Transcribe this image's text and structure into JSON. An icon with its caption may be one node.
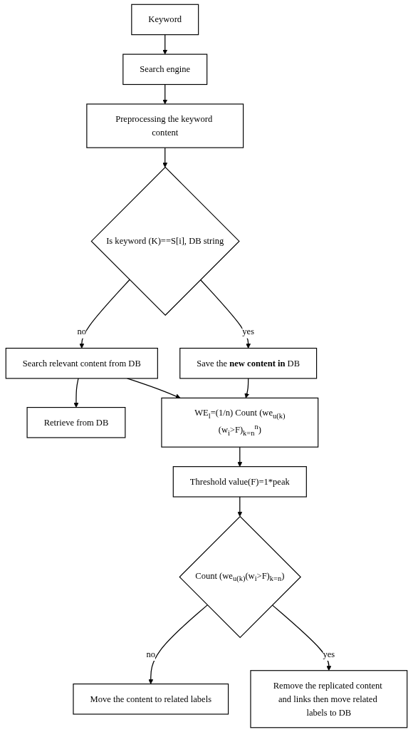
{
  "diagram": {
    "nodes": [
      {
        "text": [
          "Keyword"
        ]
      },
      {
        "text": [
          "Search engine"
        ]
      },
      {
        "text": [
          "Preprocessing the keyword content"
        ]
      },
      {
        "text": [
          "Is keyword (K)==S[i], DB string"
        ]
      },
      {
        "text": [
          "Search relevant content from DB"
        ]
      },
      {
        "text": [
          "Retrieve from DB"
        ]
      },
      {
        "text": [
          "Save the **new content in** DB"
        ]
      },
      {
        "text": [
          "WE$_{l}$=(1/n) Count (we$_{u(k)}$(w$_{i}$>F)$_{k=n}$$^{n}$)"
        ]
      },
      {
        "text": [
          "Threshold value(F)=1*peak"
        ]
      },
      {
        "text": [
          "Count (we$_{u(k)}$(w$_{i}$>F)$_{k=n}$)"
        ]
      },
      {
        "text": [
          "Move the content to related labels"
        ]
      },
      {
        "text": [
          "Remove the replicated content and links then move related labels to DB"
        ]
      }
    ],
    "edges": [
      {
        "from": 0,
        "to": 1,
        "arrow": "to"
      },
      {
        "from": 1,
        "to": 2,
        "arrow": "to"
      },
      {
        "from": 2,
        "to": 3,
        "arrow": "to"
      },
      {
        "from": 3,
        "to": 4,
        "arrow": "to",
        "label": "no"
      },
      {
        "from": 3,
        "to": 6,
        "arrow": "to",
        "label": "yes"
      },
      {
        "from": 4,
        "to": 5,
        "arrow": "to"
      },
      {
        "from": 4,
        "to": 7,
        "arrow": "to"
      },
      {
        "from": 6,
        "to": 7,
        "arrow": "to"
      },
      {
        "from": 7,
        "to": 8,
        "arrow": "to"
      },
      {
        "from": 8,
        "to": 9,
        "arrow": "to"
      },
      {
        "from": 9,
        "to": 10,
        "arrow": "to",
        "label": "no"
      },
      {
        "from": 9,
        "to": 11,
        "arrow": "to",
        "label": "yes"
      }
    ]
  }
}
